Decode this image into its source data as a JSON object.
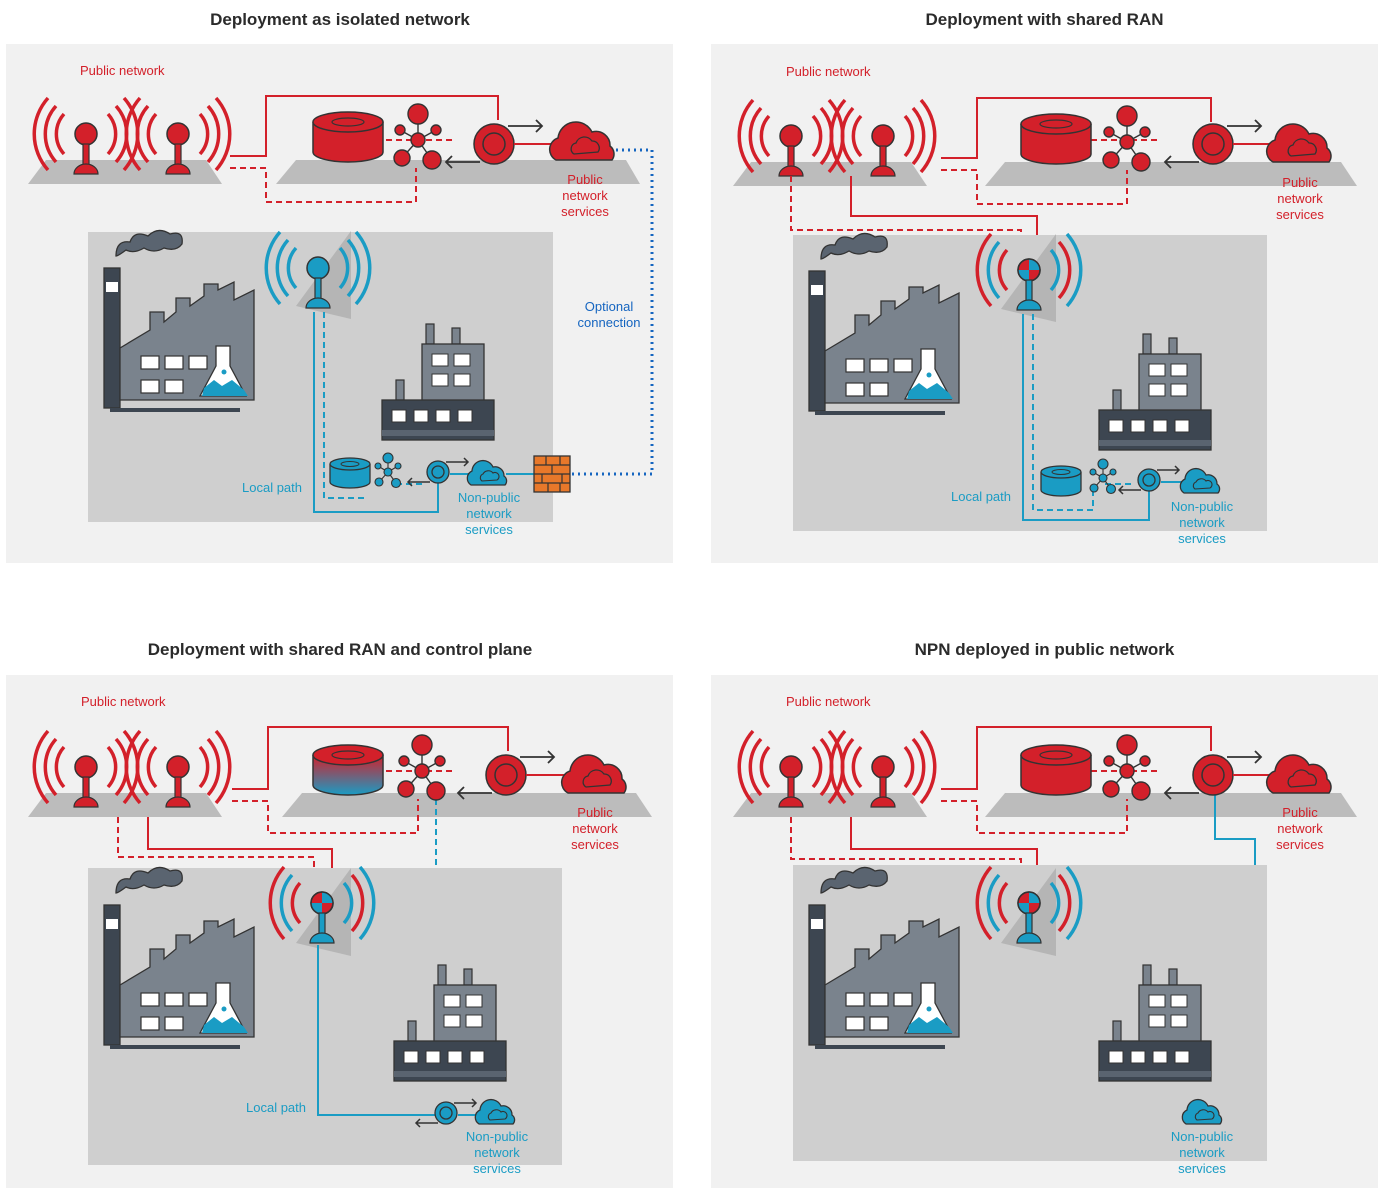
{
  "panels": [
    {
      "title": "Deployment as isolated network",
      "public_network": "Public network",
      "public_services": "Public\nnetwork\nservices",
      "optional_connection": "Optional\nconnection",
      "local_path": "Local path",
      "nonpublic_services": "Non-public\nnetwork\nservices"
    },
    {
      "title": "Deployment with shared RAN",
      "public_network": "Public network",
      "public_services": "Public\nnetwork\nservices",
      "local_path": "Local path",
      "nonpublic_services": "Non-public\nnetwork\nservices"
    },
    {
      "title": "Deployment with shared RAN and control plane",
      "public_network": "Public network",
      "public_services": "Public\nnetwork\nservices",
      "local_path": "Local path",
      "nonpublic_services": "Non-public\nnetwork\nservices"
    },
    {
      "title": "NPN deployed in public network",
      "public_network": "Public network",
      "public_services": "Public\nnetwork\nservices",
      "nonpublic_services": "Non-public\nnetwork\nservices"
    }
  ],
  "colors": {
    "red": "#d3202a",
    "blue": "#1a9cc4",
    "dark_blue": "#1565c0",
    "factory": "#5a6470",
    "factory_dark": "#3d4651",
    "panel_bg": "#f1f1f1",
    "inner_bg": "#cfcfcf",
    "firewall": "#e8782a"
  },
  "icons": [
    "antenna-icon",
    "database-icon",
    "network-hub-icon",
    "router-icon",
    "cloud-icon",
    "factory-icon",
    "office-building-icon",
    "firewall-icon",
    "shared-antenna-icon"
  ]
}
